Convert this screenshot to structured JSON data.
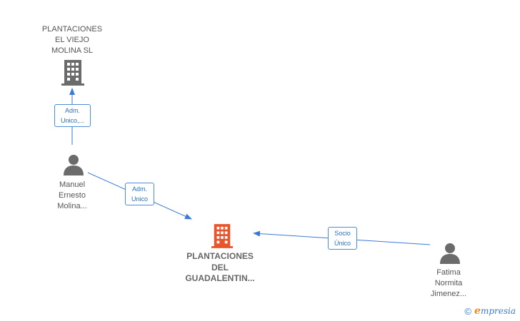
{
  "nodes": {
    "company_top": {
      "lines": [
        "PLANTACIONES",
        "EL VIEJO",
        "MOLINA  SL"
      ],
      "color": "#6b6b6b"
    },
    "company_main": {
      "lines": [
        "PLANTACIONES",
        "DEL",
        "GUADALENTIN..."
      ],
      "color": "#e8552b"
    },
    "person_manuel": {
      "lines": [
        "Manuel",
        "Ernesto",
        "Molina..."
      ],
      "color": "#6b6b6b"
    },
    "person_fatima": {
      "lines": [
        "Fatima",
        "Normita",
        "Jimenez..."
      ],
      "color": "#6b6b6b"
    }
  },
  "edges": {
    "manuel_to_top": {
      "lines": [
        "Adm.",
        "Unico,..."
      ]
    },
    "manuel_to_main": {
      "lines": [
        "Adm.",
        "Unico"
      ]
    },
    "fatima_to_main": {
      "lines": [
        "Socio",
        "Único"
      ]
    }
  },
  "colors": {
    "edge": "#3a7bd5"
  },
  "footer": {
    "copyright": "©",
    "brand_first": "e",
    "brand_rest": "mpresia"
  }
}
